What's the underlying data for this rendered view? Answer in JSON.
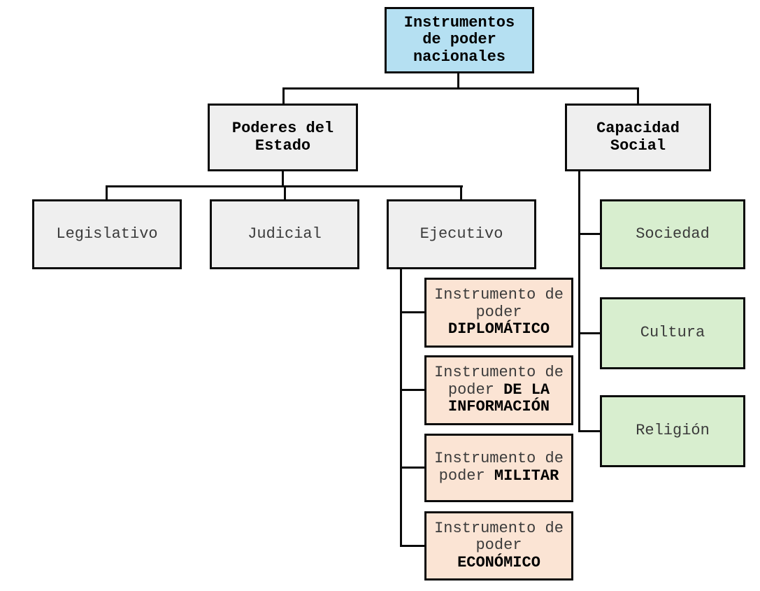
{
  "diagram": {
    "title_node": {
      "label": "Instrumentos de poder nacionales"
    },
    "branches": {
      "state_powers": {
        "label": "Poderes del Estado"
      },
      "social_capacity": {
        "label": "Capacidad Social"
      }
    },
    "state_children": {
      "legislative": {
        "label": "Legislativo"
      },
      "judicial": {
        "label": "Judicial"
      },
      "executive": {
        "label": "Ejecutivo"
      }
    },
    "instruments": [
      {
        "prefix": "Instrumento de poder",
        "keyword": "DIPLOMÁTICO"
      },
      {
        "prefix": "Instrumento de poder",
        "keyword": "DE LA INFORMACIÓN"
      },
      {
        "prefix": "Instrumento de poder",
        "keyword": "MILITAR"
      },
      {
        "prefix": "Instrumento de poder",
        "keyword": "ECONÓMICO"
      }
    ],
    "social_children": [
      {
        "label": "Sociedad"
      },
      {
        "label": "Cultura"
      },
      {
        "label": "Religión"
      }
    ],
    "colors": {
      "root_fill": "#b5e0f2",
      "neutral_fill": "#efefef",
      "instrument_fill": "#fbe4d4",
      "social_fill": "#d8eecf",
      "border": "#0a0a0a",
      "background": "#ffffff",
      "text_regular": "#3b3b3b",
      "text_bold": "#000000"
    }
  }
}
